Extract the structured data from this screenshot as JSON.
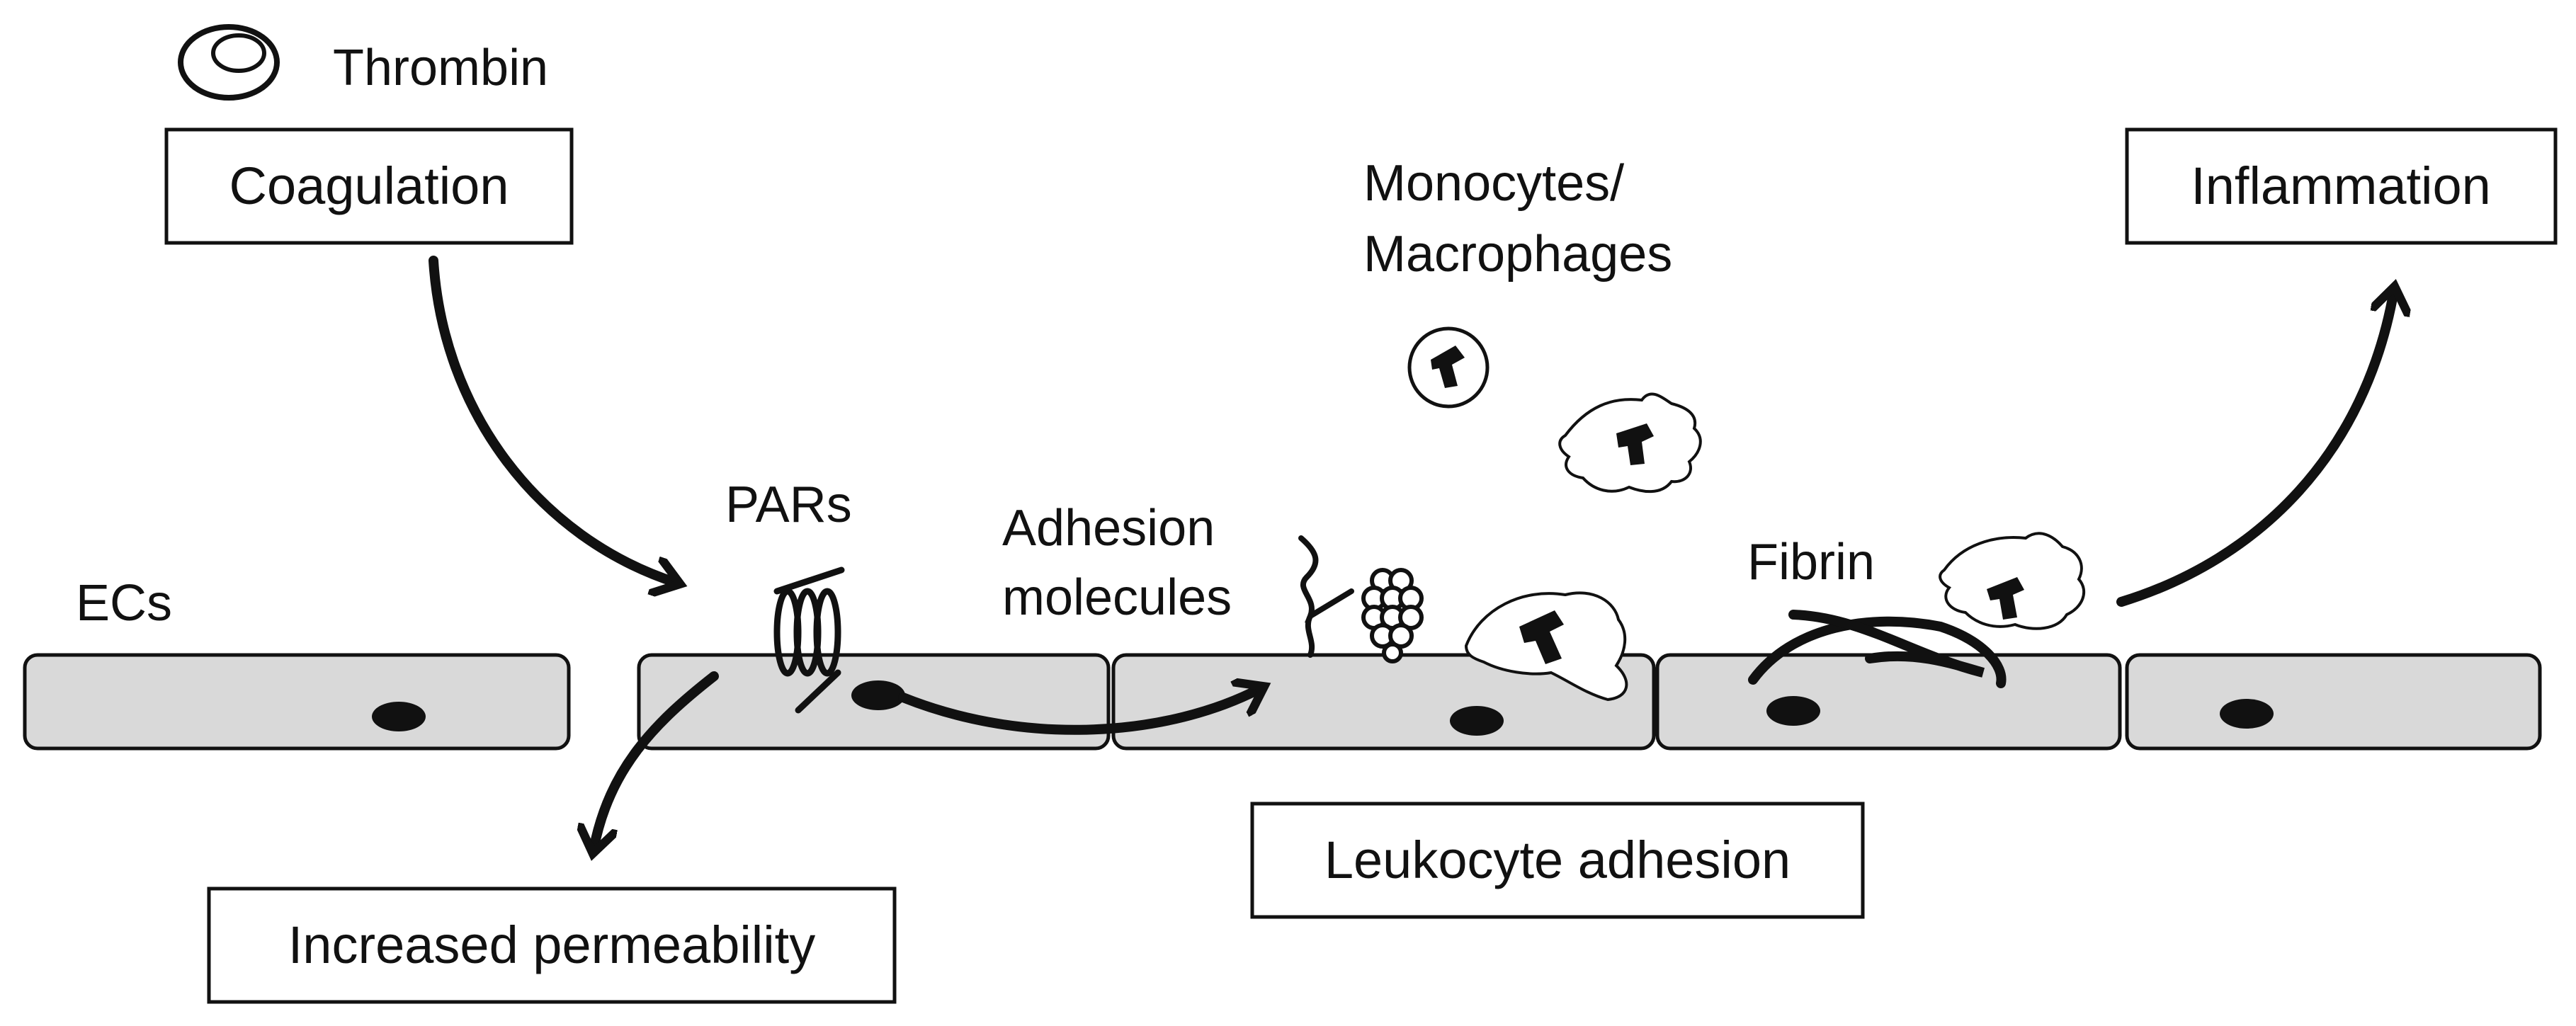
{
  "labels": {
    "thrombin": "Thrombin",
    "coagulation": "Coagulation",
    "monocytes_line1": "Monocytes/",
    "monocytes_line2": "Macrophages",
    "inflammation": "Inflammation",
    "pars": "PARs",
    "adhesion_line1": "Adhesion",
    "adhesion_line2": "molecules",
    "ecs": "ECs",
    "fibrin": "Fibrin",
    "leukocyte_adhesion": "Leukocyte adhesion",
    "increased_permeability": "Increased permeability"
  },
  "colors": {
    "cell_fill": "#d9d9d9",
    "stroke": "#111111",
    "background": "#ffffff"
  }
}
